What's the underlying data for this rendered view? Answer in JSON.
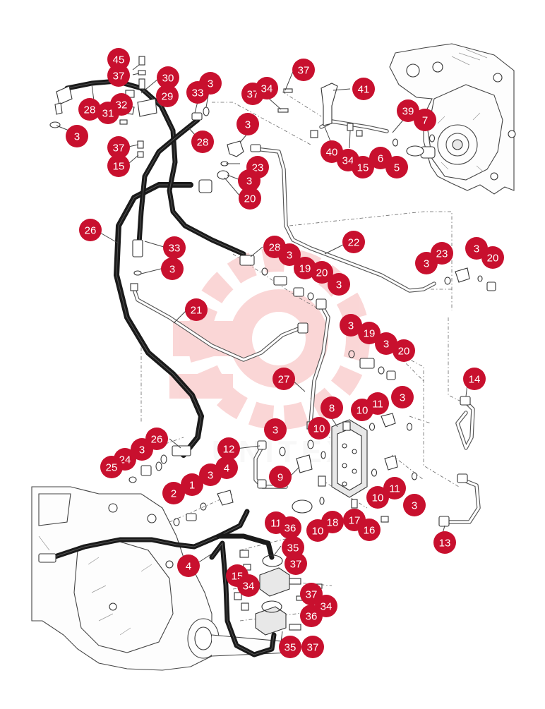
{
  "diagram": {
    "watermark_text": "UNITEX",
    "callout_color": "#c8102e",
    "callouts": [
      "45",
      "37",
      "30",
      "3",
      "33",
      "29",
      "32",
      "28",
      "31",
      "3",
      "37",
      "15",
      "28",
      "37",
      "34",
      "37",
      "41",
      "3",
      "39",
      "7",
      "40",
      "34",
      "15",
      "6",
      "5",
      "23",
      "3",
      "20",
      "26",
      "33",
      "3",
      "28",
      "3",
      "19",
      "20",
      "3",
      "22",
      "3",
      "23",
      "3",
      "20",
      "21",
      "3",
      "19",
      "3",
      "20",
      "27",
      "14",
      "8",
      "10",
      "11",
      "3",
      "3",
      "10",
      "12",
      "26",
      "3",
      "24",
      "25",
      "9",
      "4",
      "3",
      "1",
      "2",
      "10",
      "11",
      "10",
      "3",
      "18",
      "17",
      "16",
      "13",
      "11",
      "36",
      "35",
      "4",
      "37",
      "15",
      "34",
      "37",
      "34",
      "36",
      "35",
      "37"
    ]
  }
}
